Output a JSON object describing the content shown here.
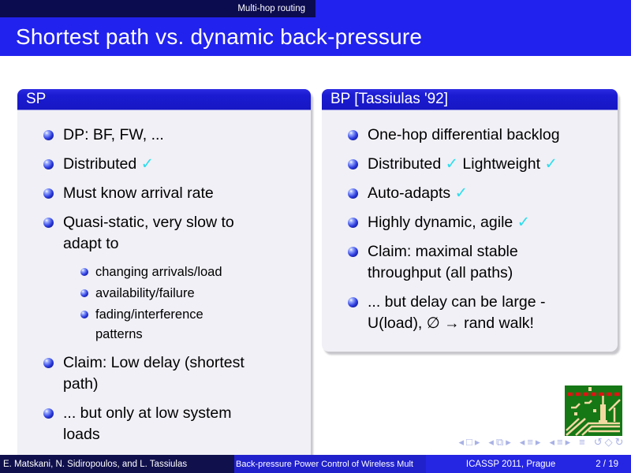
{
  "colors": {
    "navbar_dark": "#0b0b50",
    "bright_blue": "#2222ee",
    "block_header": "#1b1bd2",
    "block_body": "#f0f0f6",
    "check": "#2fdcec",
    "footer_author_bg": "#10104d",
    "footer_title_bg": "#2121cc",
    "footer_right_bg": "#2525e4",
    "nav_symbols": "#a9b2e4",
    "logo_green": "#157815",
    "logo_trace": "#f2d9a2",
    "logo_red": "#dd1414"
  },
  "header": {
    "section_label": "Multi-hop routing"
  },
  "title_bar": {
    "title": "Shortest path vs. dynamic back-pressure"
  },
  "blocks": [
    {
      "title": "SP",
      "items": [
        {
          "text": "DP: BF, FW, ..."
        },
        {
          "text": "Distributed ✓"
        },
        {
          "text": "Must know arrival rate"
        },
        {
          "text": "Quasi-static, very slow to\nadapt to",
          "subitems": [
            "changing arrivals/load",
            "availability/failure",
            "fading/interference\npatterns"
          ]
        },
        {
          "text": "Claim: Low delay (shortest\npath)"
        },
        {
          "text": "... but only at low system\nloads"
        }
      ]
    },
    {
      "title": "BP [Tassiulas '92]",
      "items": [
        {
          "text": "One-hop differential backlog"
        },
        {
          "text": "Distributed ✓ Lightweight ✓"
        },
        {
          "text": "Auto-adapts ✓"
        },
        {
          "text": "Highly dynamic, agile ✓"
        },
        {
          "text": "Claim: maximal stable\nthroughput (all paths)"
        },
        {
          "text": "... but delay can be large -\nU(load), ∅ → rand walk!"
        }
      ]
    }
  ],
  "navigation": {
    "symbols": [
      "◂",
      "□",
      "▸",
      "",
      "◂",
      "⧉",
      "▸",
      "",
      "◂",
      "≡",
      "▸",
      "",
      "◂",
      "≡",
      "▸",
      "",
      "≡",
      "",
      "↺",
      "◇",
      "↻"
    ]
  },
  "logo": {
    "icon": "circuit-board-skyline-logo"
  },
  "footer": {
    "authors": "E. Matskani, N. Sidiropoulos, and L. Tassiulas",
    "paper_title": "Back-pressure Power Control of Wireless Mult",
    "venue": "ICASSP 2011, Prague",
    "page": "2 / 19"
  }
}
